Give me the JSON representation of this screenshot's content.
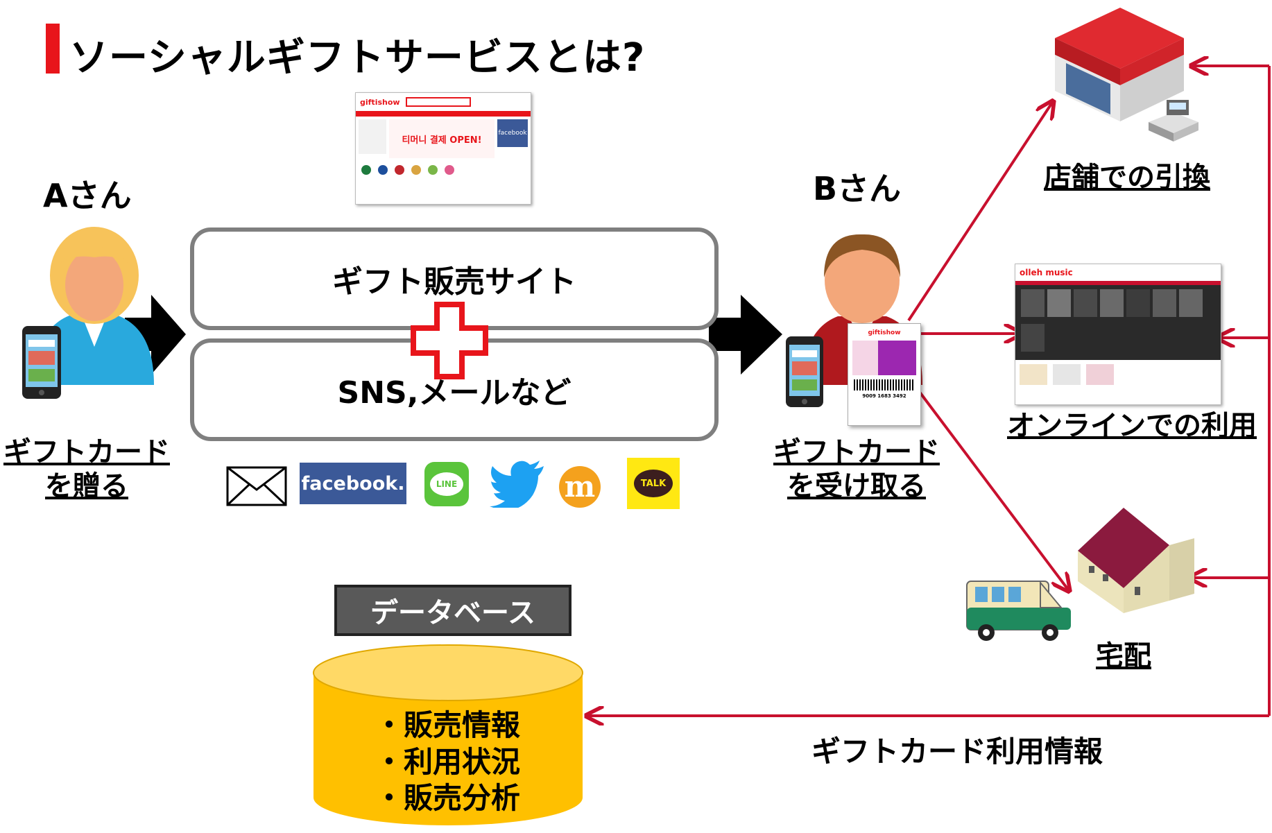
{
  "title": "ソーシャルギフトサービスとは?",
  "person_a": {
    "name": "Aさん",
    "action_line1": "ギフトカード",
    "action_line2": "を贈る"
  },
  "person_b": {
    "name": "Bさん",
    "action_line1": "ギフトカード",
    "action_line2": "を受け取る"
  },
  "center": {
    "box1": "ギフト販売サイト",
    "box2": "SNS,メールなど"
  },
  "website_thumb": {
    "logo": "giftishow",
    "banner": "티머니 결제 OPEN!",
    "side": "facebook"
  },
  "sns_icons": [
    {
      "name": "mail-icon"
    },
    {
      "name": "facebook-icon",
      "text": "facebook."
    },
    {
      "name": "line-icon",
      "text": "LINE"
    },
    {
      "name": "twitter-icon"
    },
    {
      "name": "mixi-icon",
      "text": "m"
    },
    {
      "name": "kakaotalk-icon",
      "text": "TALK"
    }
  ],
  "coupon": {
    "brand": "giftishow",
    "barcode_number": "9009 1683 3492"
  },
  "online_thumb": {
    "logo": "olleh music"
  },
  "destinations": {
    "store": "店舗での引換",
    "online": "オンラインでの利用",
    "delivery": "宅配"
  },
  "database": {
    "label": "データベース",
    "items": [
      "・販売情報",
      "・利用状況",
      "・販売分析"
    ]
  },
  "feedback_label": "ギフトカード利用情報",
  "colors": {
    "accent_red": "#e8151b",
    "arrow_red": "#c8102e",
    "db_yellow": "#ffc000",
    "db_top": "#ffd966",
    "box_border": "#7f7f7f"
  }
}
